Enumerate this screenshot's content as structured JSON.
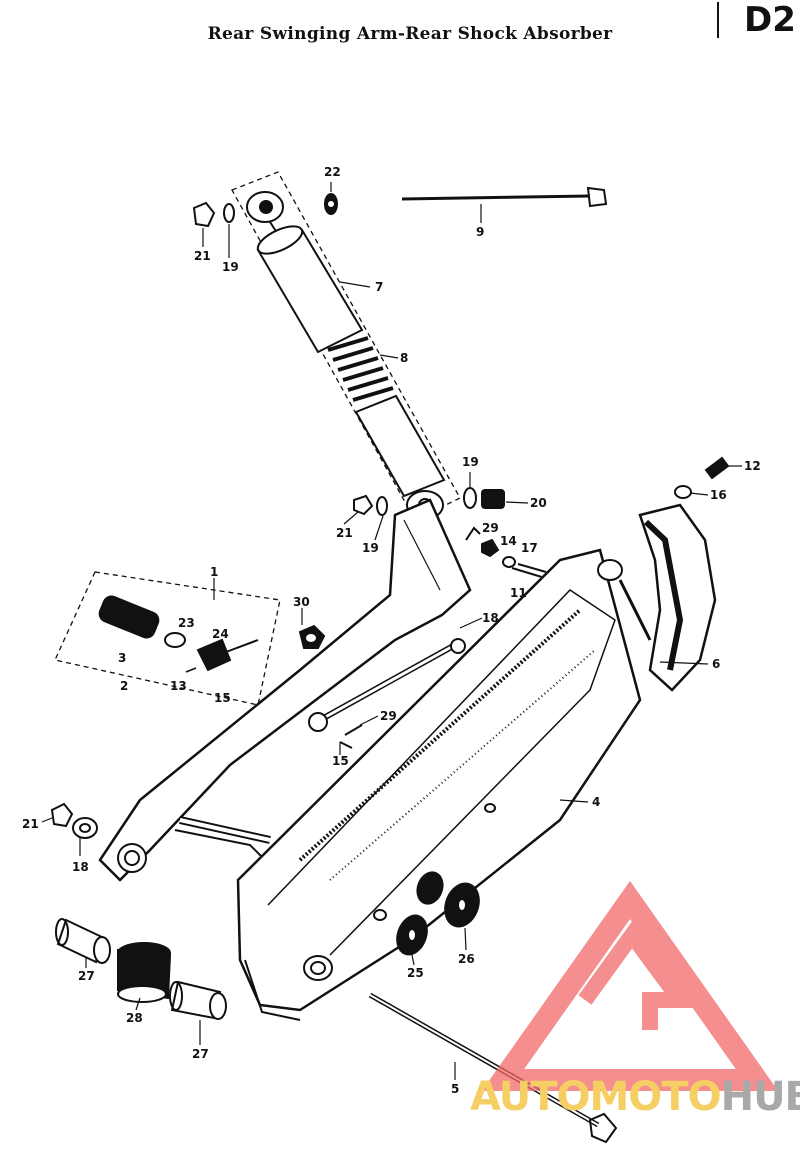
{
  "page": {
    "title": "Rear Swinging Arm-Rear Shock Absorber",
    "section_code": "D2"
  },
  "callouts": [
    {
      "id": "c22a",
      "text": "22"
    },
    {
      "id": "c21a",
      "text": "21"
    },
    {
      "id": "c19a",
      "text": "19"
    },
    {
      "id": "c9a",
      "text": "9"
    },
    {
      "id": "c7",
      "text": "7"
    },
    {
      "id": "c8a",
      "text": "8"
    },
    {
      "id": "c12",
      "text": "12"
    },
    {
      "id": "c19b",
      "text": "19"
    },
    {
      "id": "c20",
      "text": "20"
    },
    {
      "id": "c16",
      "text": "16"
    },
    {
      "id": "c21b",
      "text": "21"
    },
    {
      "id": "c19c",
      "text": "19"
    },
    {
      "id": "c29a",
      "text": "29"
    },
    {
      "id": "c14",
      "text": "14"
    },
    {
      "id": "c17",
      "text": "17"
    },
    {
      "id": "c11",
      "text": "11"
    },
    {
      "id": "c1",
      "text": "1"
    },
    {
      "id": "c30",
      "text": "30"
    },
    {
      "id": "c18a",
      "text": "18"
    },
    {
      "id": "c23",
      "text": "23"
    },
    {
      "id": "c24",
      "text": "24"
    },
    {
      "id": "c3",
      "text": "3"
    },
    {
      "id": "c2",
      "text": "2"
    },
    {
      "id": "c13",
      "text": "13"
    },
    {
      "id": "c15a",
      "text": "15"
    },
    {
      "id": "c6",
      "text": "6"
    },
    {
      "id": "c29b",
      "text": "29"
    },
    {
      "id": "c15b",
      "text": "15"
    },
    {
      "id": "c4",
      "text": "4"
    },
    {
      "id": "c21c",
      "text": "21"
    },
    {
      "id": "c18b",
      "text": "18"
    },
    {
      "id": "c27a",
      "text": "27"
    },
    {
      "id": "c28",
      "text": "28"
    },
    {
      "id": "c27b",
      "text": "27"
    },
    {
      "id": "c25",
      "text": "25"
    },
    {
      "id": "c26",
      "text": "26"
    },
    {
      "id": "c5",
      "text": "5"
    }
  ],
  "watermark": {
    "part1": "AUTOMOTO",
    "part2": "HUB",
    "color_primary": "#f5cf63",
    "color_secondary": "#a9a9a9",
    "logo_color": "#f26a6a"
  }
}
